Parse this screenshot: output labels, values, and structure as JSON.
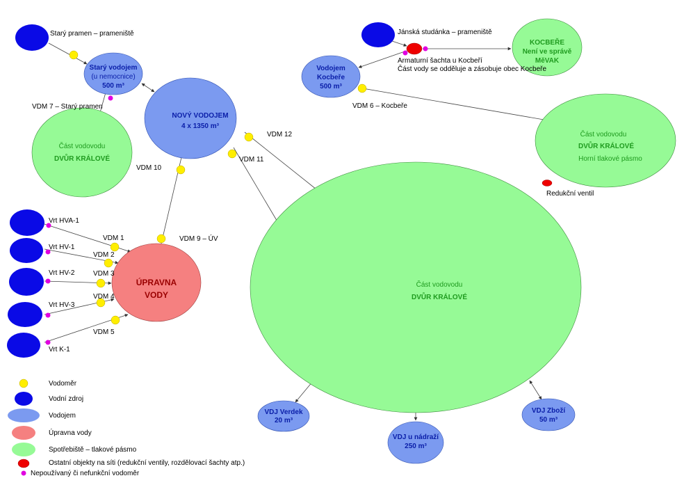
{
  "sources": {
    "stary_pramen": "Starý pramen – prameniště",
    "janska": "Jánská studánka – prameniště"
  },
  "wells": [
    {
      "label": "Vrt HVA-1",
      "meter": "VDM 1"
    },
    {
      "label": "Vrt HV-1",
      "meter": "VDM 2"
    },
    {
      "label": "Vrt HV-2",
      "meter": "VDM 3"
    },
    {
      "label": "Vrt HV-3",
      "meter": "VDM 4"
    },
    {
      "label": "Vrt K-1",
      "meter": "VDM 5"
    }
  ],
  "reservoirs": {
    "stary": {
      "l1": "Starý vodojem",
      "l2": "(u nemocnice)",
      "l3": "500 m³"
    },
    "novy": {
      "l1": "NOVÝ VODOJEM",
      "l2": "4 x 1350 m³"
    },
    "kocbere": {
      "l1": "Vodojem",
      "l2": "Kocbeře",
      "l3": "500 m³"
    },
    "verdek": {
      "l1": "VDJ Verdek",
      "l2": "20 m³"
    },
    "nadrazi": {
      "l1": "VDJ u nádraží",
      "l2": "250 m³"
    },
    "zbozi": {
      "l1": "VDJ Zboží",
      "l2": "50 m³"
    }
  },
  "treatment": {
    "l1": "ÚPRAVNA",
    "l2": "VODY"
  },
  "zones": {
    "left": {
      "l1": "Část vodovodu",
      "l2": "DVŮR KRÁLOVÉ"
    },
    "main": {
      "l1": "Část vodovodu",
      "l2": "DVŮR KRÁLOVÉ"
    },
    "upper": {
      "l1": "Část vodovodu",
      "l2": "DVŮR KRÁLOVÉ",
      "l3": "Horní tlakové pásmo"
    },
    "kocbere": {
      "l1": "KOCBEŘE",
      "l2": "Není ve správě",
      "l3": "MěVAK"
    }
  },
  "meters": {
    "vdm6": "VDM 6 – Kocbeře",
    "vdm7": "VDM 7 – Starý pramen",
    "vdm9": "VDM 9 – ÚV",
    "vdm10": "VDM 10",
    "vdm11": "VDM 11",
    "vdm12": "VDM 12"
  },
  "notes": {
    "armaturni": "Armaturní šachta u Kocbeří",
    "cast_vody": "Část vody se odděluje a zásobuje obec Kocbeře",
    "redukcni": "Redukční ventil"
  },
  "legend": [
    {
      "shape": "meter",
      "label": "Vodoměr"
    },
    {
      "shape": "source",
      "label": "Vodní zdroj"
    },
    {
      "shape": "reservoir",
      "label": "Vodojem"
    },
    {
      "shape": "treatment",
      "label": "Úpravna vody"
    },
    {
      "shape": "zone",
      "label": "Spotřebiště – tlakové pásmo"
    },
    {
      "shape": "other",
      "label": "Ostatní objekty na síti (redukční ventily, rozdělovací šachty atp.)"
    },
    {
      "shape": "unused",
      "label": "Nepoužívaný či nefunkční vodoměr"
    }
  ],
  "colors": {
    "source": "#0a0ae6",
    "reservoir": "#7b9af0",
    "zone": "#96fa96",
    "treatment": "#f58080",
    "meter": "#ffee00",
    "unused": "#e000e0",
    "other": "#ee0000"
  }
}
